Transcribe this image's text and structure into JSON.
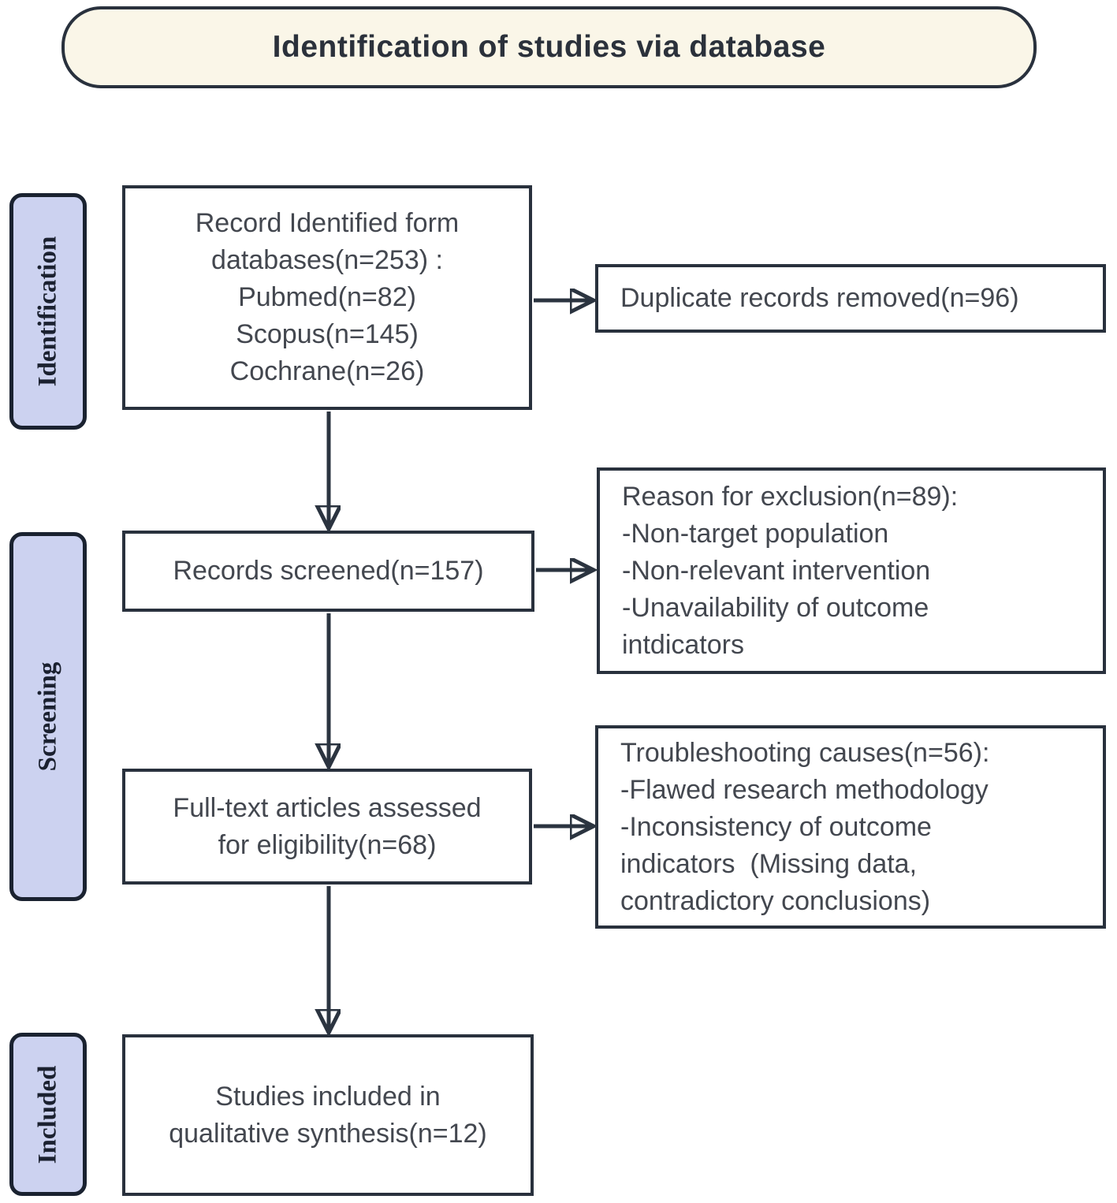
{
  "title": "Identification of studies via database",
  "stages": [
    {
      "label": "Identification"
    },
    {
      "label": "Screening"
    },
    {
      "label": "Included"
    }
  ],
  "nodes": {
    "identified": {
      "text": "Record Identified form\ndatabases(n=253) :\nPubmed(n=82)\nScopus(n=145)\nCochrane(n=26)",
      "count": 253,
      "sources": [
        {
          "name": "Pubmed",
          "count": 82
        },
        {
          "name": "Scopus",
          "count": 145
        },
        {
          "name": "Cochrane",
          "count": 26
        }
      ]
    },
    "duplicates_removed": {
      "text": "Duplicate records removed(n=96)",
      "count": 96
    },
    "screened": {
      "text": "Records screened(n=157)",
      "count": 157
    },
    "exclusion_reasons": {
      "text": "Reason for exclusion(n=89):\n-Non-target population\n-Non-relevant intervention\n-Unavailability of outcome\nintdicators",
      "count": 89
    },
    "fulltext_assessed": {
      "text": "Full-text articles assessed\nfor eligibility(n=68)",
      "count": 68
    },
    "troubleshooting": {
      "text": "Troubleshooting causes(n=56):\n-Flawed research methodology\n-Inconsistency of outcome\nindicators  (Missing data,\ncontradictory conclusions)",
      "count": 56
    },
    "included": {
      "text": "Studies included in\nqualitative synthesis(n=12)",
      "count": 12
    }
  },
  "colors": {
    "title-bg": "#faf6e8",
    "stage-bg": "#ccd2f0",
    "box-border": "#29313d",
    "line": "#2b3440",
    "text": "#43474f",
    "stage-text": "#1b2130",
    "title-text": "#2b313b"
  }
}
